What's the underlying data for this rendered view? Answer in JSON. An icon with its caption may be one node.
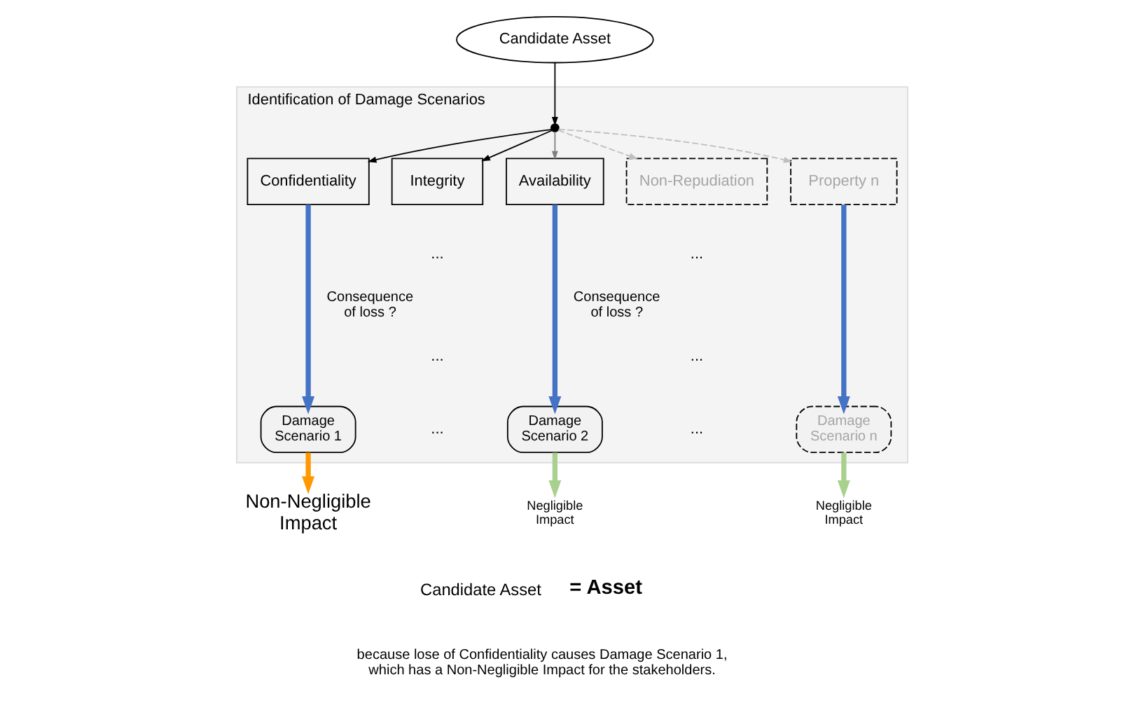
{
  "diagram": {
    "nodes": [
      {
        "text": [
          "Candidate Asset"
        ]
      },
      {
        "text": [
          "Identification of Damage Scenarios"
        ]
      },
      {
        "text": [],
        "shape": "circle",
        "in": 1
      },
      {
        "text": [
          "Confidentiality"
        ],
        "in": 1
      },
      {
        "text": [
          "Integrity"
        ],
        "in": 1
      },
      {
        "text": [
          "Availability"
        ],
        "in": 1
      },
      {
        "text": [
          "Non-Repudiation"
        ],
        "in": 1
      },
      {
        "text": [
          "Property n"
        ],
        "in": 1
      },
      {
        "text": [
          "Damage Scenario 1"
        ],
        "in": 1
      },
      {
        "text": [
          "Damage Scenario 2"
        ],
        "in": 1
      },
      {
        "text": [
          "Damage Scenario n"
        ],
        "in": 1
      },
      {
        "text": [
          "Non-Negligible Impact"
        ]
      },
      {
        "text": [
          "Negligible Impact"
        ]
      },
      {
        "text": [
          "Negligible Impact"
        ]
      }
    ],
    "edges": [
      {
        "from": 0,
        "to": 2,
        "arrow": "to"
      },
      {
        "from": 2,
        "to": 3,
        "arrow": "to"
      },
      {
        "from": 2,
        "to": 4,
        "arrow": "to"
      },
      {
        "from": 2,
        "to": 5,
        "arrow": "to",
        "color": "#808080"
      },
      {
        "from": 2,
        "to": 6,
        "arrow": "to",
        "style": "dashed",
        "color": "#bfbfbf"
      },
      {
        "from": 2,
        "to": 7,
        "arrow": "to",
        "style": "dashed",
        "color": "#bfbfbf"
      },
      {
        "from": 3,
        "to": 8,
        "arrow": "to",
        "label": "Consequence of loss ?",
        "style": "thick",
        "color": "#4472c4"
      },
      {
        "from": 5,
        "to": 9,
        "arrow": "to",
        "label": "Consequence of loss ?",
        "style": "thick",
        "color": "#4472c4"
      },
      {
        "from": 7,
        "to": 10,
        "arrow": "to",
        "style": "thick",
        "color": "#4472c4"
      },
      {
        "from": 8,
        "to": 11,
        "arrow": "to",
        "style": "thick",
        "color": "#ff9900"
      },
      {
        "from": 9,
        "to": 12,
        "arrow": "to",
        "style": "thick",
        "color": "#a9d18e"
      },
      {
        "from": 10,
        "to": 13,
        "arrow": "to",
        "style": "thick",
        "color": "#a9d18e"
      }
    ],
    "labels": [
      "...",
      "...",
      "...",
      "...",
      "...",
      "...",
      "Candidate Asset",
      "= Asset",
      "because lose of Confidentiality causes Damage Scenario 1, which has a Non-Negligible Impact for the stakeholders."
    ]
  }
}
